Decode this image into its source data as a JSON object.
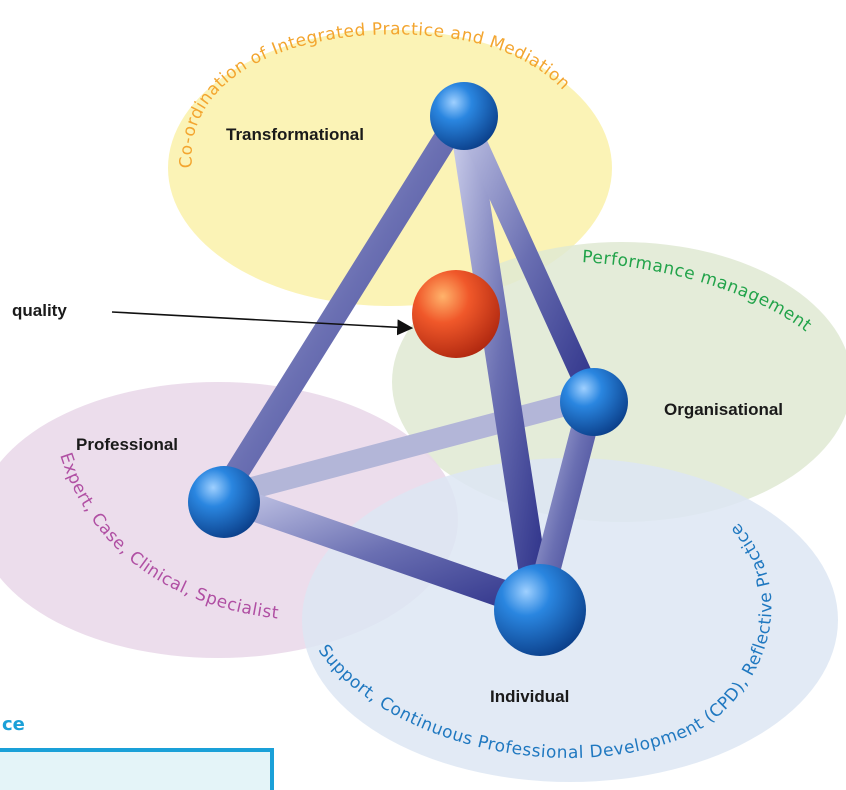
{
  "colors": {
    "yellow_region": "#fbf3b6",
    "green_region": "#dfe9d2",
    "purple_region": "#ead9ea",
    "blue_region": "#dde6f3",
    "orange_text": "#f3a52f",
    "green_text": "#22a34a",
    "purple_text": "#b04fa3",
    "blue_text": "#1f78c0",
    "sphere_blue": "#1f6fd0",
    "sphere_orange": "#f0582a",
    "rod": "#6f73b4"
  },
  "nodes": {
    "transformational": "Transformational",
    "organisational": "Organisational",
    "professional": "Professional",
    "individual": "Individual",
    "quality": "quality"
  },
  "regions": {
    "transformational": "Co-ordination of Integrated Practice and Mediation",
    "organisational": "Performance management",
    "professional": "Expert, Case, Clinical, Specialist",
    "individual": "Support, Continuous Professional Development (CPD), Reflective Practice"
  },
  "footer": {
    "partial_word": "ce"
  }
}
